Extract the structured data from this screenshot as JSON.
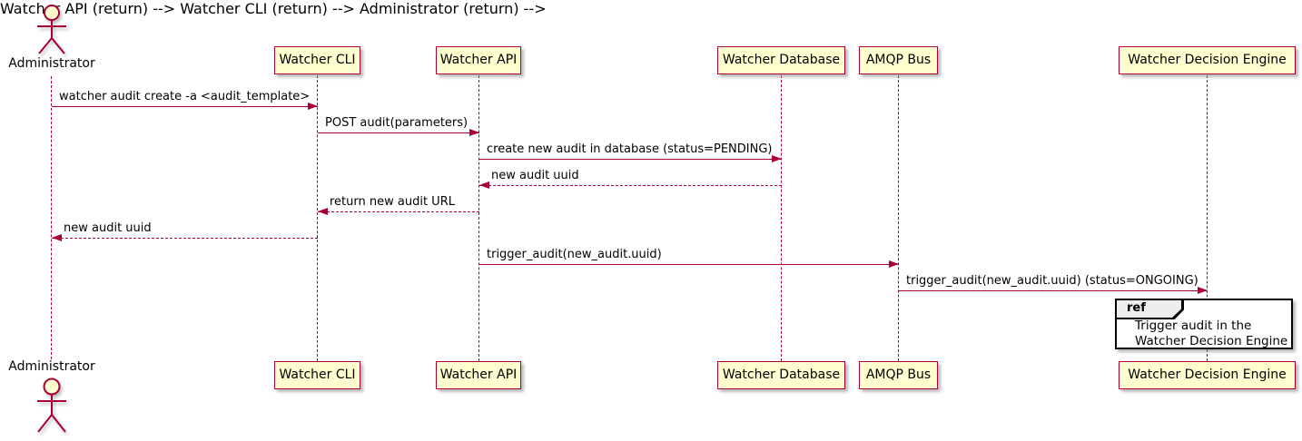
{
  "diagram": {
    "type": "sequence-diagram",
    "colors": {
      "participant_fill": "#FEFECE",
      "participant_border": "#A80036",
      "lifeline": "#A80036",
      "arrow": "#A80036",
      "text": "#000000",
      "ref_border": "#000000",
      "ref_tag_fill": "#EEEEEE",
      "background": "#FFFFFF"
    },
    "participants": [
      {
        "id": "administrator",
        "label": "Administrator",
        "kind": "actor"
      },
      {
        "id": "watcher-cli",
        "label": "Watcher CLI",
        "kind": "box"
      },
      {
        "id": "watcher-api",
        "label": "Watcher API",
        "kind": "box"
      },
      {
        "id": "watcher-database",
        "label": "Watcher Database",
        "kind": "box"
      },
      {
        "id": "amqp-bus",
        "label": "AMQP Bus",
        "kind": "box"
      },
      {
        "id": "watcher-decision-engine",
        "label": "Watcher Decision Engine",
        "kind": "box"
      }
    ],
    "messages": [
      {
        "text": "watcher audit create -a <audit_template>",
        "from": "Administrator",
        "to": "Watcher CLI",
        "style": "solid"
      },
      {
        "text": "POST audit(parameters)",
        "from": "Watcher CLI",
        "to": "Watcher API",
        "style": "solid"
      },
      {
        "text": "create new audit in database (status=PENDING)",
        "from": "Watcher API",
        "to": "Watcher Database",
        "style": "solid"
      },
      {
        "text": "new audit uuid",
        "from": "Watcher Database",
        "to": "Watcher API",
        "style": "dashed"
      },
      {
        "text": "return new audit URL",
        "from": "Watcher API",
        "to": "Watcher CLI",
        "style": "dashed"
      },
      {
        "text": "new audit uuid",
        "from": "Watcher CLI",
        "to": "Administrator",
        "style": "dashed"
      },
      {
        "text": "trigger_audit(new_audit.uuid)",
        "from": "Watcher API",
        "to": "AMQP Bus",
        "style": "solid"
      },
      {
        "text": "trigger_audit(new_audit.uuid) (status=ONGOING)",
        "from": "AMQP Bus",
        "to": "Watcher Decision Engine",
        "style": "solid"
      }
    ],
    "ref_fragment": {
      "tag": "ref",
      "line1": "Trigger audit in the",
      "line2": "Watcher Decision Engine"
    }
  }
}
